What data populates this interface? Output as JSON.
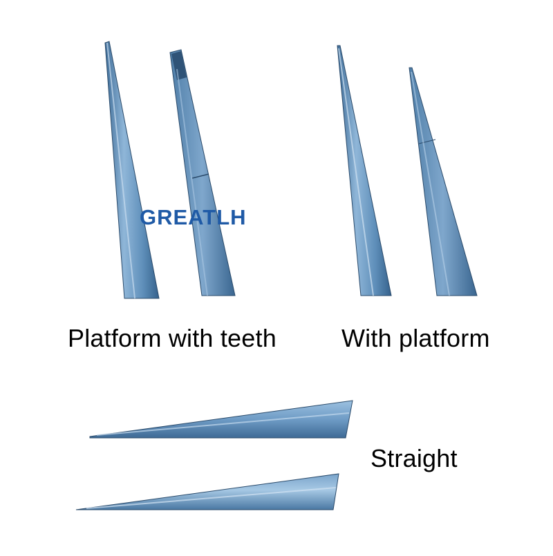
{
  "brand": {
    "text": "GREATLH",
    "color": "#1f5aa6"
  },
  "captions": {
    "platform_with_teeth": "Platform with teeth",
    "with_platform": "With platform",
    "straight": "Straight"
  },
  "colors": {
    "steel_light": "#8fb6d8",
    "steel_mid": "#5f8fba",
    "steel_dark": "#35618c",
    "edge": "#2a4a6a",
    "background": "#ffffff"
  }
}
